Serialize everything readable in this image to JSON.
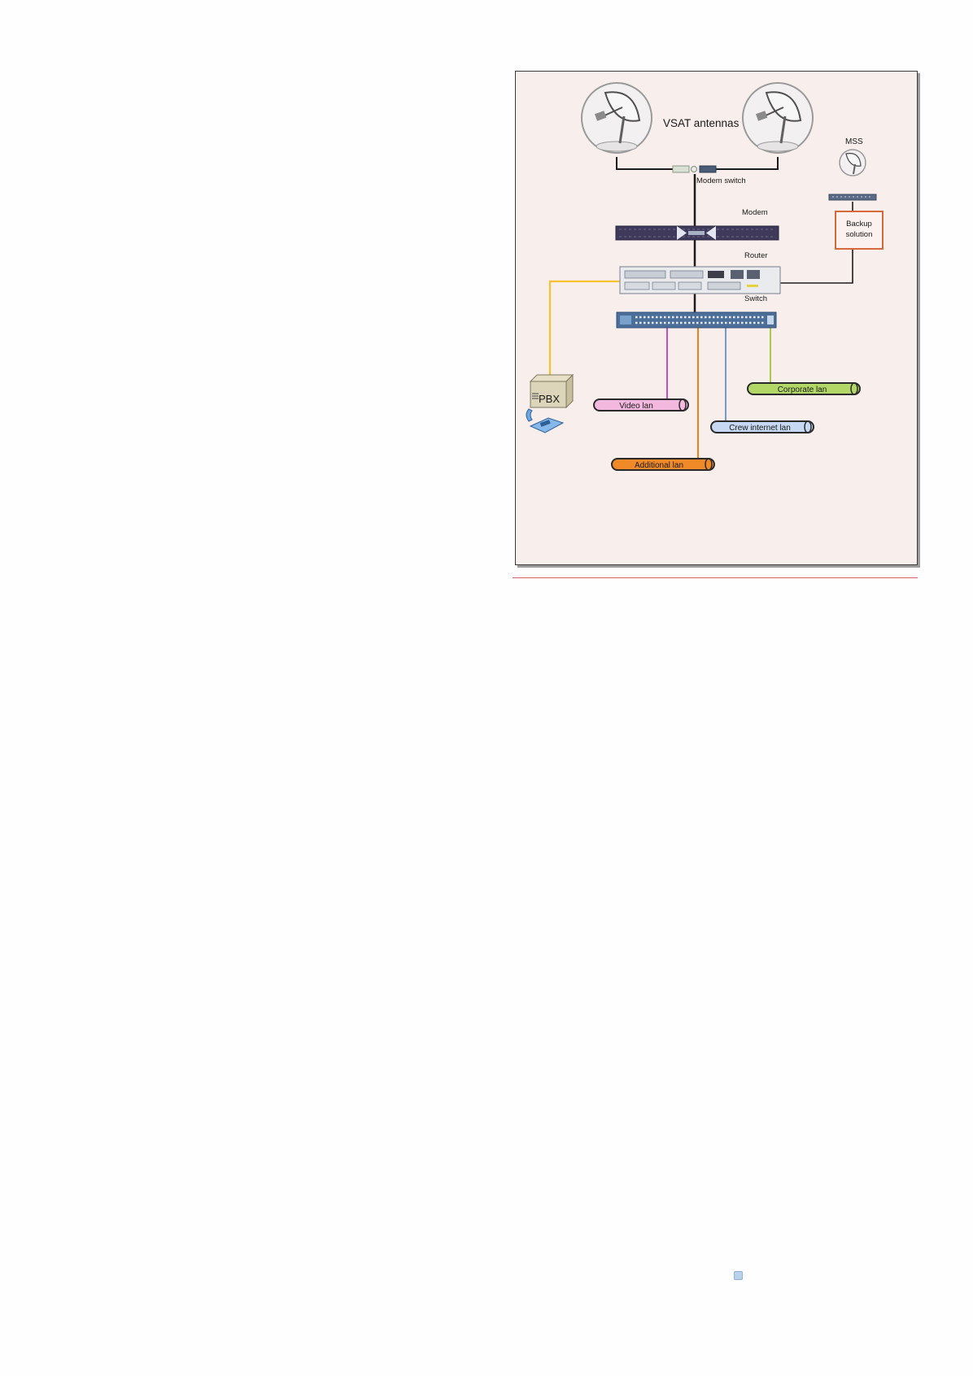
{
  "diagram": {
    "labels": {
      "vsat_antennas": "VSAT antennas",
      "mss": "MSS",
      "modem_switch": "Modem switch",
      "modem": "Modem",
      "router": "Router",
      "switch": "Switch",
      "backup_line1": "Backup",
      "backup_line2": "solution",
      "pbx": "PBX"
    },
    "lans": {
      "video": "Video lan",
      "corporate": "Corporate lan",
      "crew": "Crew internet lan",
      "additional": "Additional lan"
    },
    "colors": {
      "panel_bg": "#f8eeeb",
      "pbx_line": "#f5c232",
      "video_line": "#c850b4",
      "additional_line": "#e8821e",
      "crew_line": "#6e9ad6",
      "corporate_line": "#a8cc4a",
      "video_pipe": "#f2b8de",
      "additional_pipe": "#f08a28",
      "crew_pipe": "#c6d8f2",
      "corporate_pipe": "#b2d766",
      "backup_border": "#d8683a",
      "rule": "#d9606a"
    },
    "icons": [
      "satellite-dish-icon",
      "satellite-dish-icon",
      "mss-dish-icon",
      "modem-switch-icon",
      "modem-icon",
      "router-icon",
      "network-switch-icon",
      "pbx-icon",
      "telephone-icon"
    ]
  }
}
